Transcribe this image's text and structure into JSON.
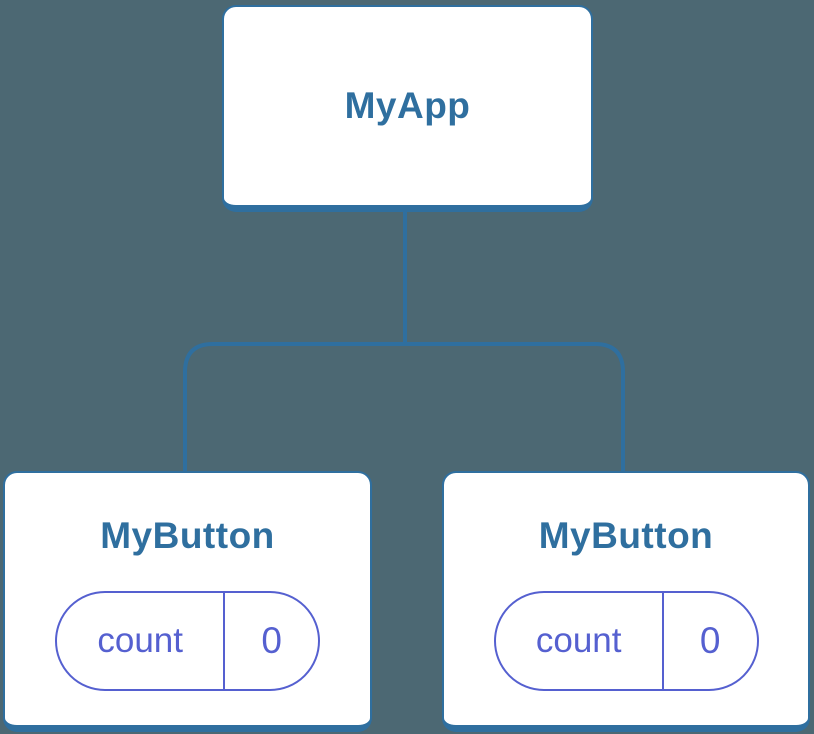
{
  "tree": {
    "root": {
      "label": "MyApp"
    },
    "children": [
      {
        "label": "MyButton",
        "state": {
          "name": "count",
          "value": "0"
        }
      },
      {
        "label": "MyButton",
        "state": {
          "name": "count",
          "value": "0"
        }
      }
    ]
  },
  "colors": {
    "background": "#4C6873",
    "node_fill": "#ffffff",
    "node_border": "#2F6F9F",
    "title_color": "#2F6F9F",
    "state_color": "#5560D0",
    "connector": "#2F6F9F"
  }
}
